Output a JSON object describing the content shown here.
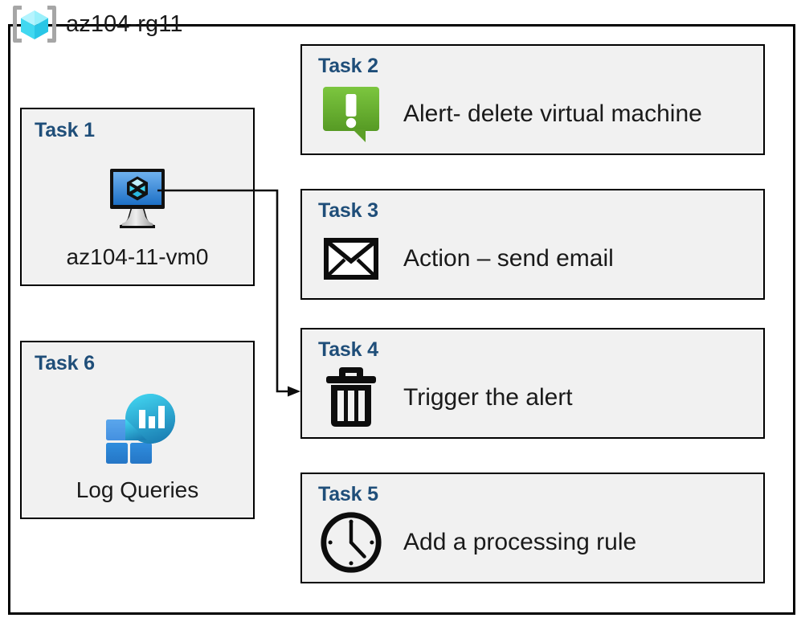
{
  "diagram": {
    "container": {
      "icon": "azure-resource-group-icon",
      "title": "az104-rg11"
    },
    "colors": {
      "task_heading": "#1F4E79",
      "card_fill": "#f1f1f1",
      "card_border": "#000000",
      "alert_green_light": "#7ac143",
      "alert_green_dark": "#5a9e28",
      "vm_blue_light": "#5ea7e8",
      "vm_blue_dark": "#1f6fc4",
      "log_cyan": "#32c5e8",
      "log_teal": "#1d86b8",
      "log_blue_light": "#4e9ae8",
      "log_blue_dark": "#2b84d8",
      "rg_cube_cyan": "#56e1f5",
      "rg_bracket_gray": "#a6a6a6"
    },
    "left_cards": [
      {
        "id": "task1",
        "heading": "Task 1",
        "label": "az104-11-vm0",
        "icon": "virtual-machine-icon"
      },
      {
        "id": "task6",
        "heading": "Task 6",
        "label": "Log Queries",
        "icon": "log-analytics-icon"
      }
    ],
    "right_cards": [
      {
        "id": "task2",
        "heading": "Task 2",
        "label": "Alert- delete virtual machine",
        "icon": "alert-bubble-icon"
      },
      {
        "id": "task3",
        "heading": "Task 3",
        "label": "Action – send email",
        "icon": "envelope-icon"
      },
      {
        "id": "task4",
        "heading": "Task 4",
        "label": "Trigger the alert",
        "icon": "trash-can-icon"
      },
      {
        "id": "task5",
        "heading": "Task 5",
        "label": "Add a processing rule",
        "icon": "clock-icon"
      }
    ],
    "connector": {
      "name": "vm-to-trigger-connector",
      "from": "task1-virtual-machine-icon",
      "to": "task4-card",
      "arrowhead": "arrow-right"
    }
  }
}
